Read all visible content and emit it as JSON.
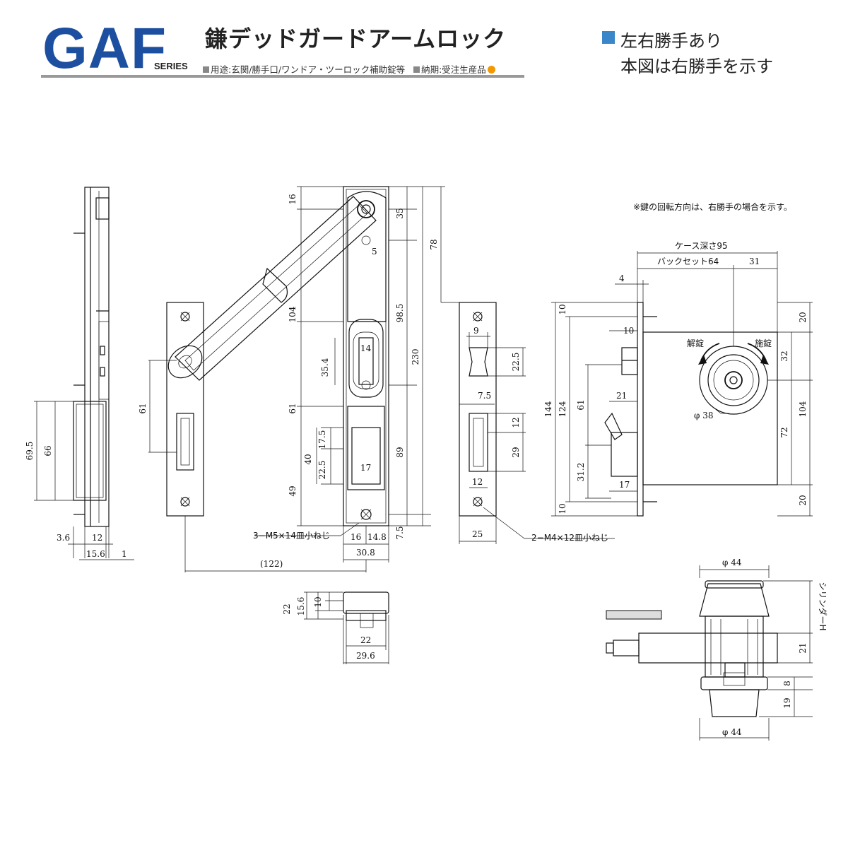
{
  "header": {
    "brand": "GAF",
    "series": "SERIES",
    "title": "鎌デッドガードアームロック",
    "usage": "用途:玄関/勝手口/ワンドア・ツーロック補助錠等",
    "delivery": "納期:受注生産品",
    "brand_color": "#1d4fa0",
    "dot_color": "#f39800"
  },
  "notes": {
    "line1": "左右勝手あり",
    "line2": "本図は右勝手を示す",
    "rotation": "※鍵の回転方向は、右勝手の場合を示す。",
    "box_color": "#3a86c8"
  },
  "labels": {
    "case_depth": "ケース深さ95",
    "backset": "バックセット64",
    "unlock": "解錠",
    "lock": "施錠",
    "phi38": "φ 38",
    "phi44_top": "φ 44",
    "phi44_bottom": "φ 44",
    "cylinder_h": "シリンダーH",
    "screw_m5": "3−M5×14皿小ねじ",
    "screw_m4": "2−M4×12皿小ねじ",
    "ref122": "(122)"
  },
  "dims": {
    "d16": "16",
    "d35": "35",
    "d5": "5",
    "d104a": "104",
    "d98_5": "98.5",
    "d78": "78",
    "d230": "230",
    "d14": "14",
    "d35_4": "35.4",
    "d61a": "61",
    "d61b": "61",
    "d89": "89",
    "d17_5": "17.5",
    "d40": "40",
    "d22_5a": "22.5",
    "d17a": "17",
    "d49": "49",
    "d7_5a": "7.5",
    "d16b": "16",
    "d14_8": "14.8",
    "d30_8": "30.8",
    "d69_5": "69.5",
    "d66": "66",
    "d3_6": "3.6",
    "d12a": "12",
    "d15_6a": "15.6",
    "d1": "1",
    "d9": "9",
    "d22_5b": "22.5",
    "d7_5b": "7.5",
    "d12b": "12",
    "d29": "29",
    "d12c": "12",
    "d25": "25",
    "d4": "4",
    "d31": "31",
    "d10a": "10",
    "d10b": "10",
    "d20a": "20",
    "d32": "32",
    "d21a": "21",
    "d61c": "61",
    "d144": "144",
    "d124": "124",
    "d104b": "104",
    "d72": "72",
    "d31_2": "31.2",
    "d17b": "17",
    "d10c": "10",
    "d20b": "20",
    "d22": "22",
    "d15_6b": "15.6",
    "d10d": "10",
    "d22b": "22",
    "d29_6": "29.6",
    "d21b": "21",
    "d8": "8",
    "d19": "19"
  }
}
